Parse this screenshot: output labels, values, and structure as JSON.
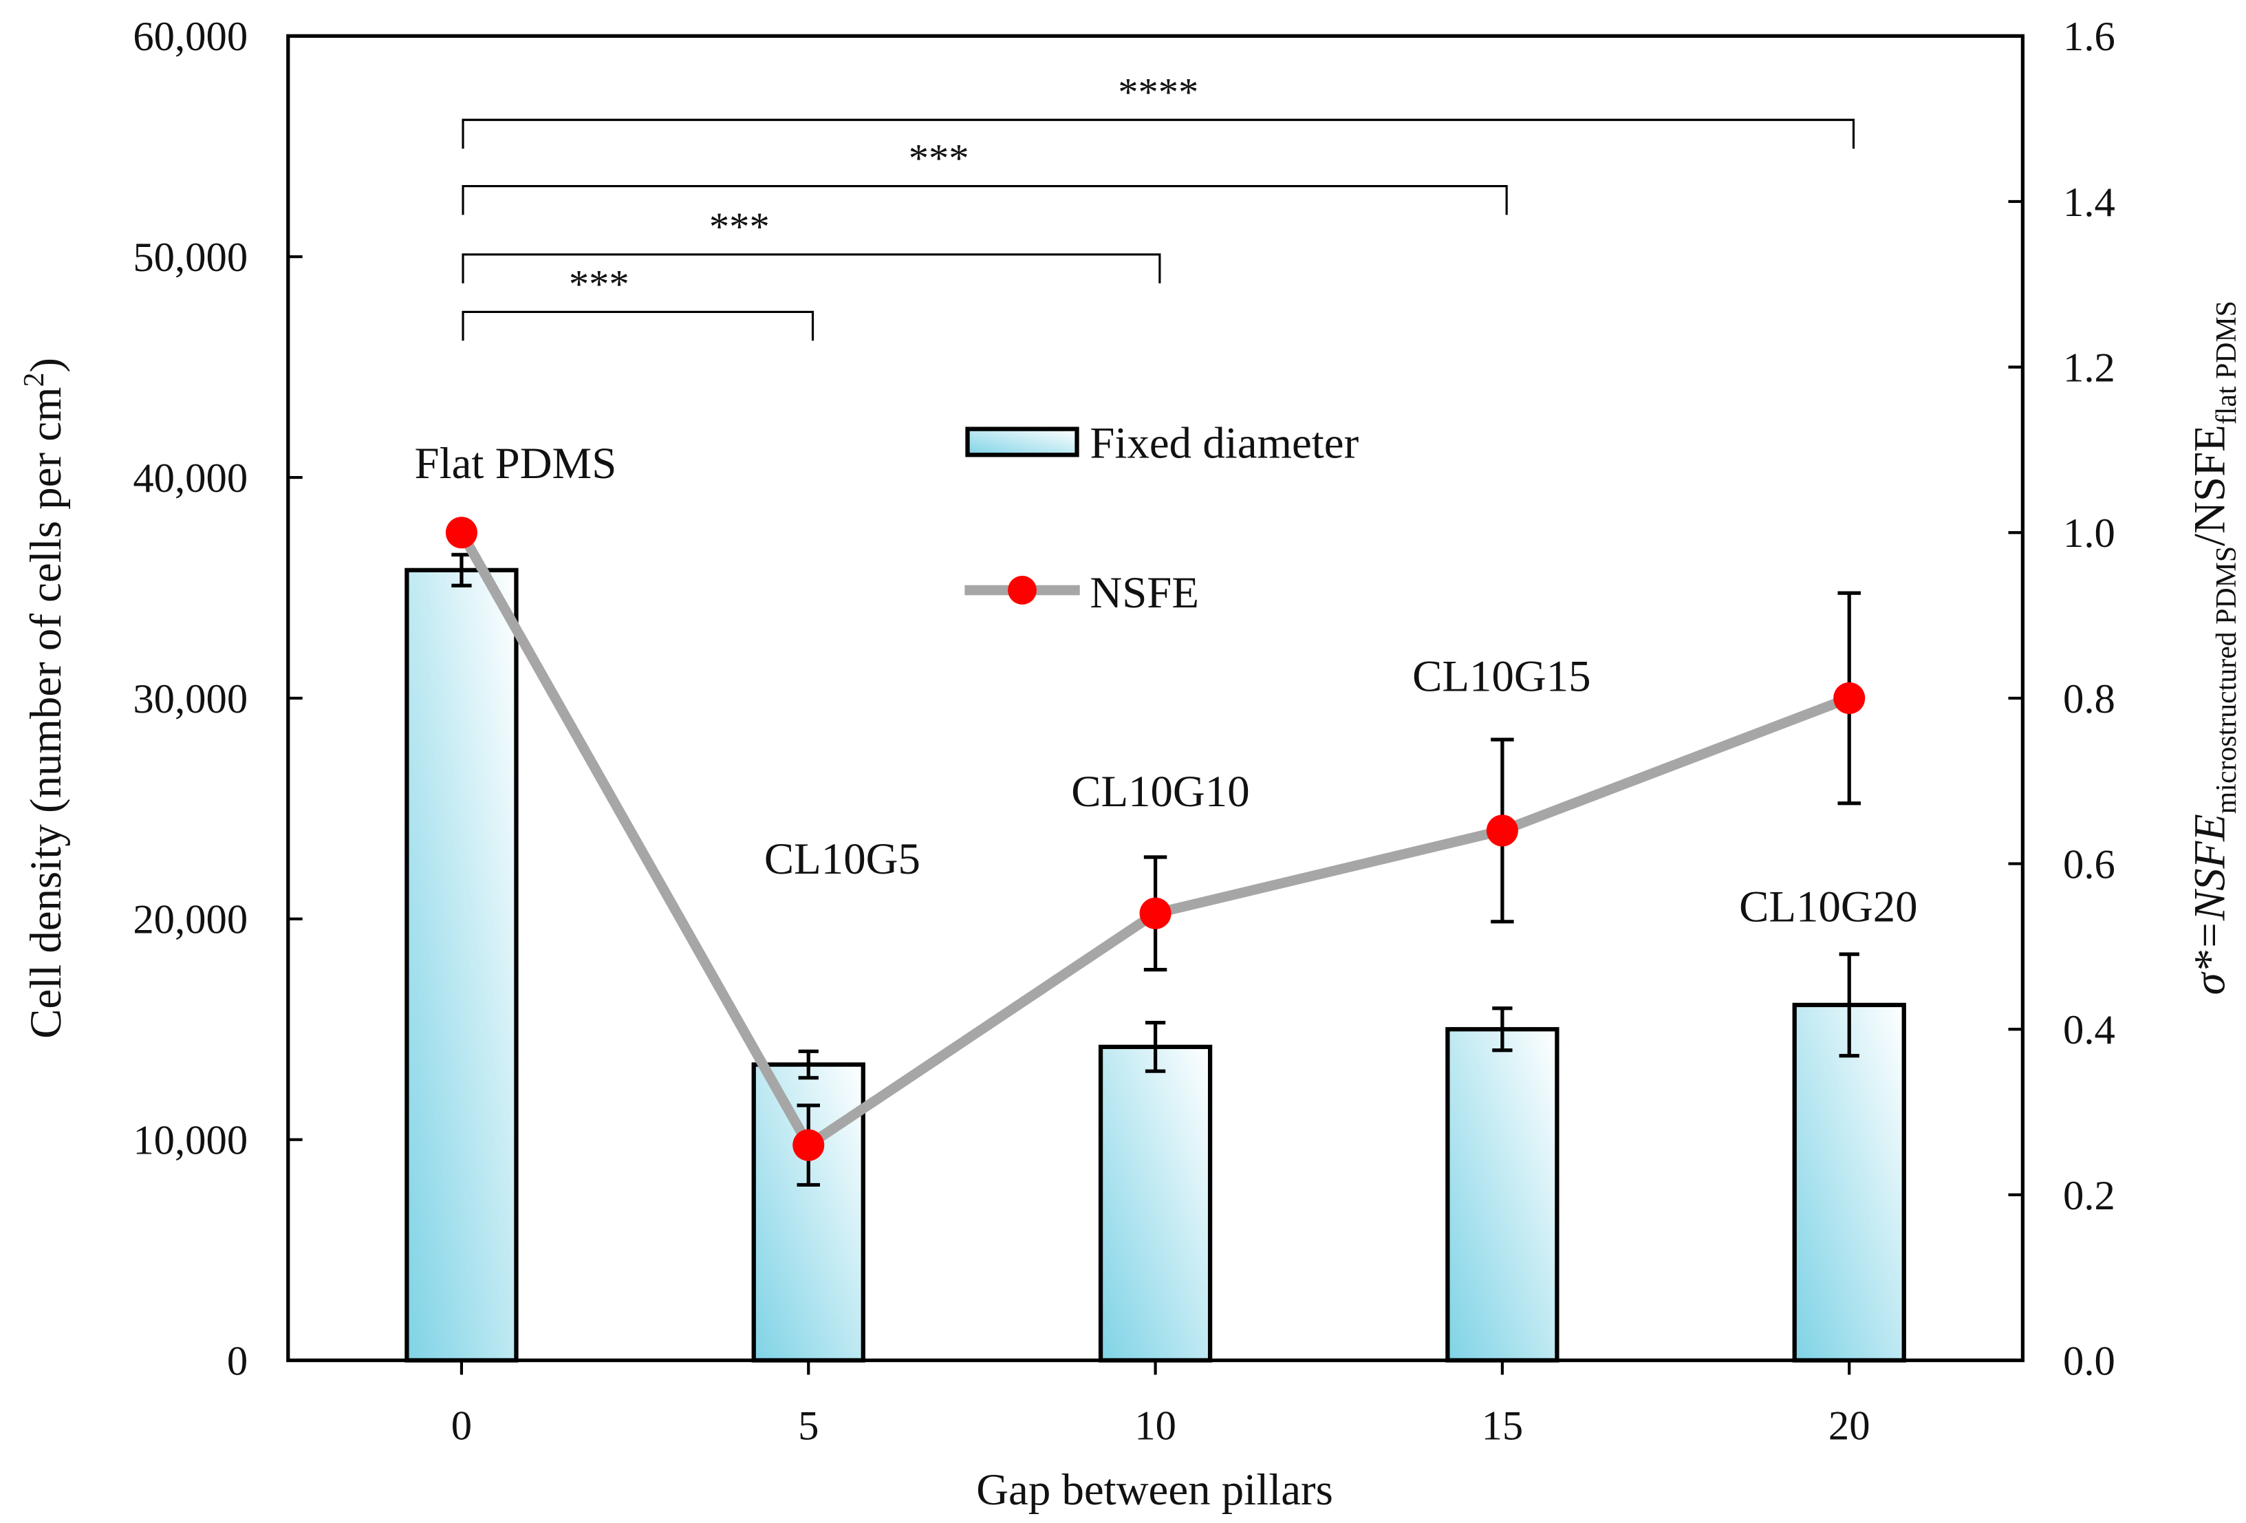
{
  "chart_data": {
    "type": "bar",
    "xlabel": "Gap between pillars",
    "ylabel": "Cell density (number of cells per cm²)",
    "ylabel_main": "Cell density (number of cells per cm",
    "ylabel_sup": "2",
    "ylabel_end": ")",
    "y2label_parts": {
      "pre": "σ*=NSFE",
      "sub1": "microstructured PDMS",
      "mid": "/NSFE",
      "sub2": "flat PDMS"
    },
    "x": [
      0,
      5,
      10,
      15,
      20
    ],
    "xlim": [
      -2.5,
      22.5
    ],
    "ylim": [
      0,
      60000
    ],
    "y2lim": [
      0,
      1.6
    ],
    "x_ticks": [
      "0",
      "5",
      "10",
      "15",
      "20"
    ],
    "y_ticks": [
      "0",
      "10,000",
      "20,000",
      "30,000",
      "40,000",
      "50,000",
      "60,000"
    ],
    "y_tick_values": [
      0,
      10000,
      20000,
      30000,
      40000,
      50000,
      60000
    ],
    "y2_ticks": [
      "0.0",
      "0.2",
      "0.4",
      "0.6",
      "0.8",
      "1.0",
      "1.2",
      "1.4",
      "1.6"
    ],
    "y2_tick_values": [
      0,
      0.2,
      0.4,
      0.6,
      0.8,
      1.0,
      1.2,
      1.4,
      1.6
    ],
    "grid": false,
    "legend_placement": "center",
    "series": [
      {
        "name": "Fixed diameter",
        "kind": "bar",
        "axis": "left",
        "values": [
          35800,
          13400,
          14200,
          15000,
          16100
        ],
        "errors": [
          700,
          600,
          1100,
          950,
          2300
        ],
        "color": "#8fd8e8"
      },
      {
        "name": "NSFE",
        "kind": "line",
        "axis": "right",
        "values": [
          1.0,
          0.26,
          0.54,
          0.64,
          0.8
        ],
        "errors": [
          0,
          0.048,
          0.068,
          0.11,
          0.127
        ],
        "line_color": "#a6a6a6",
        "marker_color": "#ff0000"
      }
    ],
    "point_labels": [
      "Flat PDMS",
      "CL10G5",
      "CL10G10",
      "CL10G15",
      "CL10G20"
    ],
    "significance": [
      {
        "from": 0,
        "to": 5,
        "label": "***",
        "level": 47500
      },
      {
        "from": 0,
        "to": 10,
        "label": "***",
        "level": 50100
      },
      {
        "from": 0,
        "to": 15,
        "label": "***",
        "level": 53200
      },
      {
        "from": 0,
        "to": 20,
        "label": "****",
        "level": 56200
      }
    ]
  }
}
